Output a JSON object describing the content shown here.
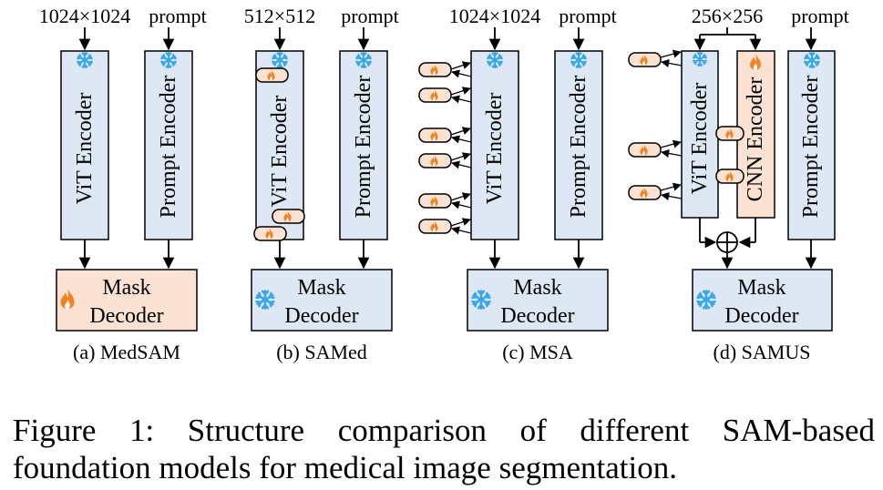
{
  "palette": {
    "frozen_fill": "#dde8f4",
    "trainable_fill": "#fbe2d2",
    "stroke": "#000000",
    "snowflake": "#3aa7e8",
    "flame": "#f58220"
  },
  "icons": {
    "frozen": "snowflake-icon",
    "trainable": "flame-icon",
    "fusion": "circled-plus-icon"
  },
  "panels": [
    {
      "id": "medsam",
      "label": "(a) MedSAM",
      "inputs": {
        "image": "1024×1024",
        "prompt": "prompt"
      },
      "image_encoder": {
        "text": "ViT Encoder",
        "state": "frozen"
      },
      "prompt_encoder": {
        "text": "Prompt Encoder",
        "state": "frozen"
      },
      "mask_decoder": {
        "line1": "Mask",
        "line2": "Decoder",
        "state": "trainable"
      },
      "adapters": 0
    },
    {
      "id": "samed",
      "label": "(b) SAMed",
      "inputs": {
        "image": "512×512",
        "prompt": "prompt"
      },
      "image_encoder": {
        "text": "ViT Encoder",
        "state": "frozen"
      },
      "prompt_encoder": {
        "text": "Prompt Encoder",
        "state": "frozen"
      },
      "mask_decoder": {
        "line1": "Mask",
        "line2": "Decoder",
        "state": "frozen"
      },
      "adapters": 3
    },
    {
      "id": "msa",
      "label": "(c) MSA",
      "inputs": {
        "image": "1024×1024",
        "prompt": "prompt"
      },
      "image_encoder": {
        "text": "ViT Encoder",
        "state": "frozen"
      },
      "prompt_encoder": {
        "text": "Prompt Encoder",
        "state": "frozen"
      },
      "mask_decoder": {
        "line1": "Mask",
        "line2": "Decoder",
        "state": "frozen"
      },
      "adapters": 6
    },
    {
      "id": "samus",
      "label": "(d) SAMUS",
      "inputs": {
        "image": "256×256",
        "prompt": "prompt"
      },
      "image_encoder": {
        "text": "ViT Encoder",
        "state": "frozen"
      },
      "cnn_encoder": {
        "text": "CNN Encoder",
        "state": "trainable"
      },
      "prompt_encoder": {
        "text": "Prompt Encoder",
        "state": "frozen"
      },
      "mask_decoder": {
        "line1": "Mask",
        "line2": "Decoder",
        "state": "frozen"
      },
      "adapters": 5
    }
  ],
  "caption": {
    "line1": "Figure 1: Structure comparison of different SAM-based",
    "line2": "foundation models for medical image segmentation."
  }
}
